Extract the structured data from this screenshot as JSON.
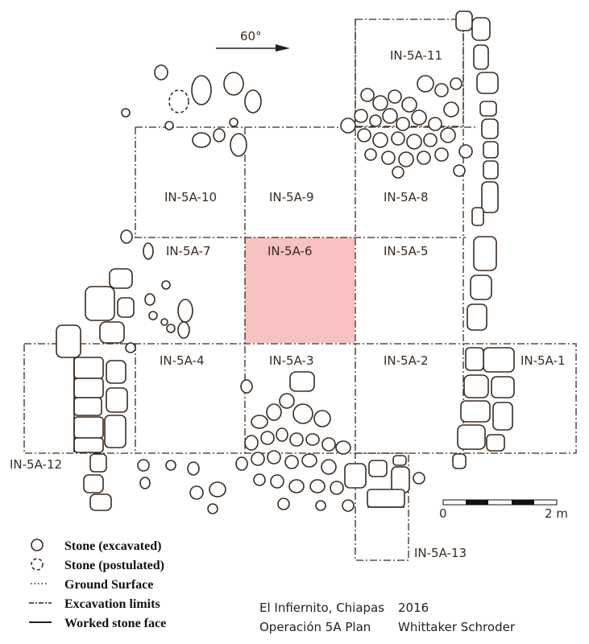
{
  "north_arrow": {
    "label": "60°"
  },
  "units": {
    "u1": "IN-5A-1",
    "u2": "IN-5A-2",
    "u3": "IN-5A-3",
    "u4": "IN-5A-4",
    "u5": "IN-5A-5",
    "u6": "IN-5A-6",
    "u7": "IN-5A-7",
    "u8": "IN-5A-8",
    "u9": "IN-5A-9",
    "u10": "IN-5A-10",
    "u11": "IN-5A-11",
    "u12": "IN-5A-12",
    "u13": "IN-5A-13"
  },
  "highlight_color": "#f7c1c1",
  "ink_color": "#3a2a1e",
  "scale_bar": {
    "start_label": "0",
    "end_label": "2 m"
  },
  "legend": {
    "stone_excavated": "Stone (excavated)",
    "stone_postulated": "Stone (postulated)",
    "ground_surface": "Ground Surface",
    "excavation_limits": "Excavation limits",
    "worked_stone_face": "Worked stone face"
  },
  "credits": {
    "site": "El Infiernito, Chiapas",
    "plan": "Operación 5A Plan",
    "year": "2016",
    "author": "Whittaker Schroder"
  }
}
